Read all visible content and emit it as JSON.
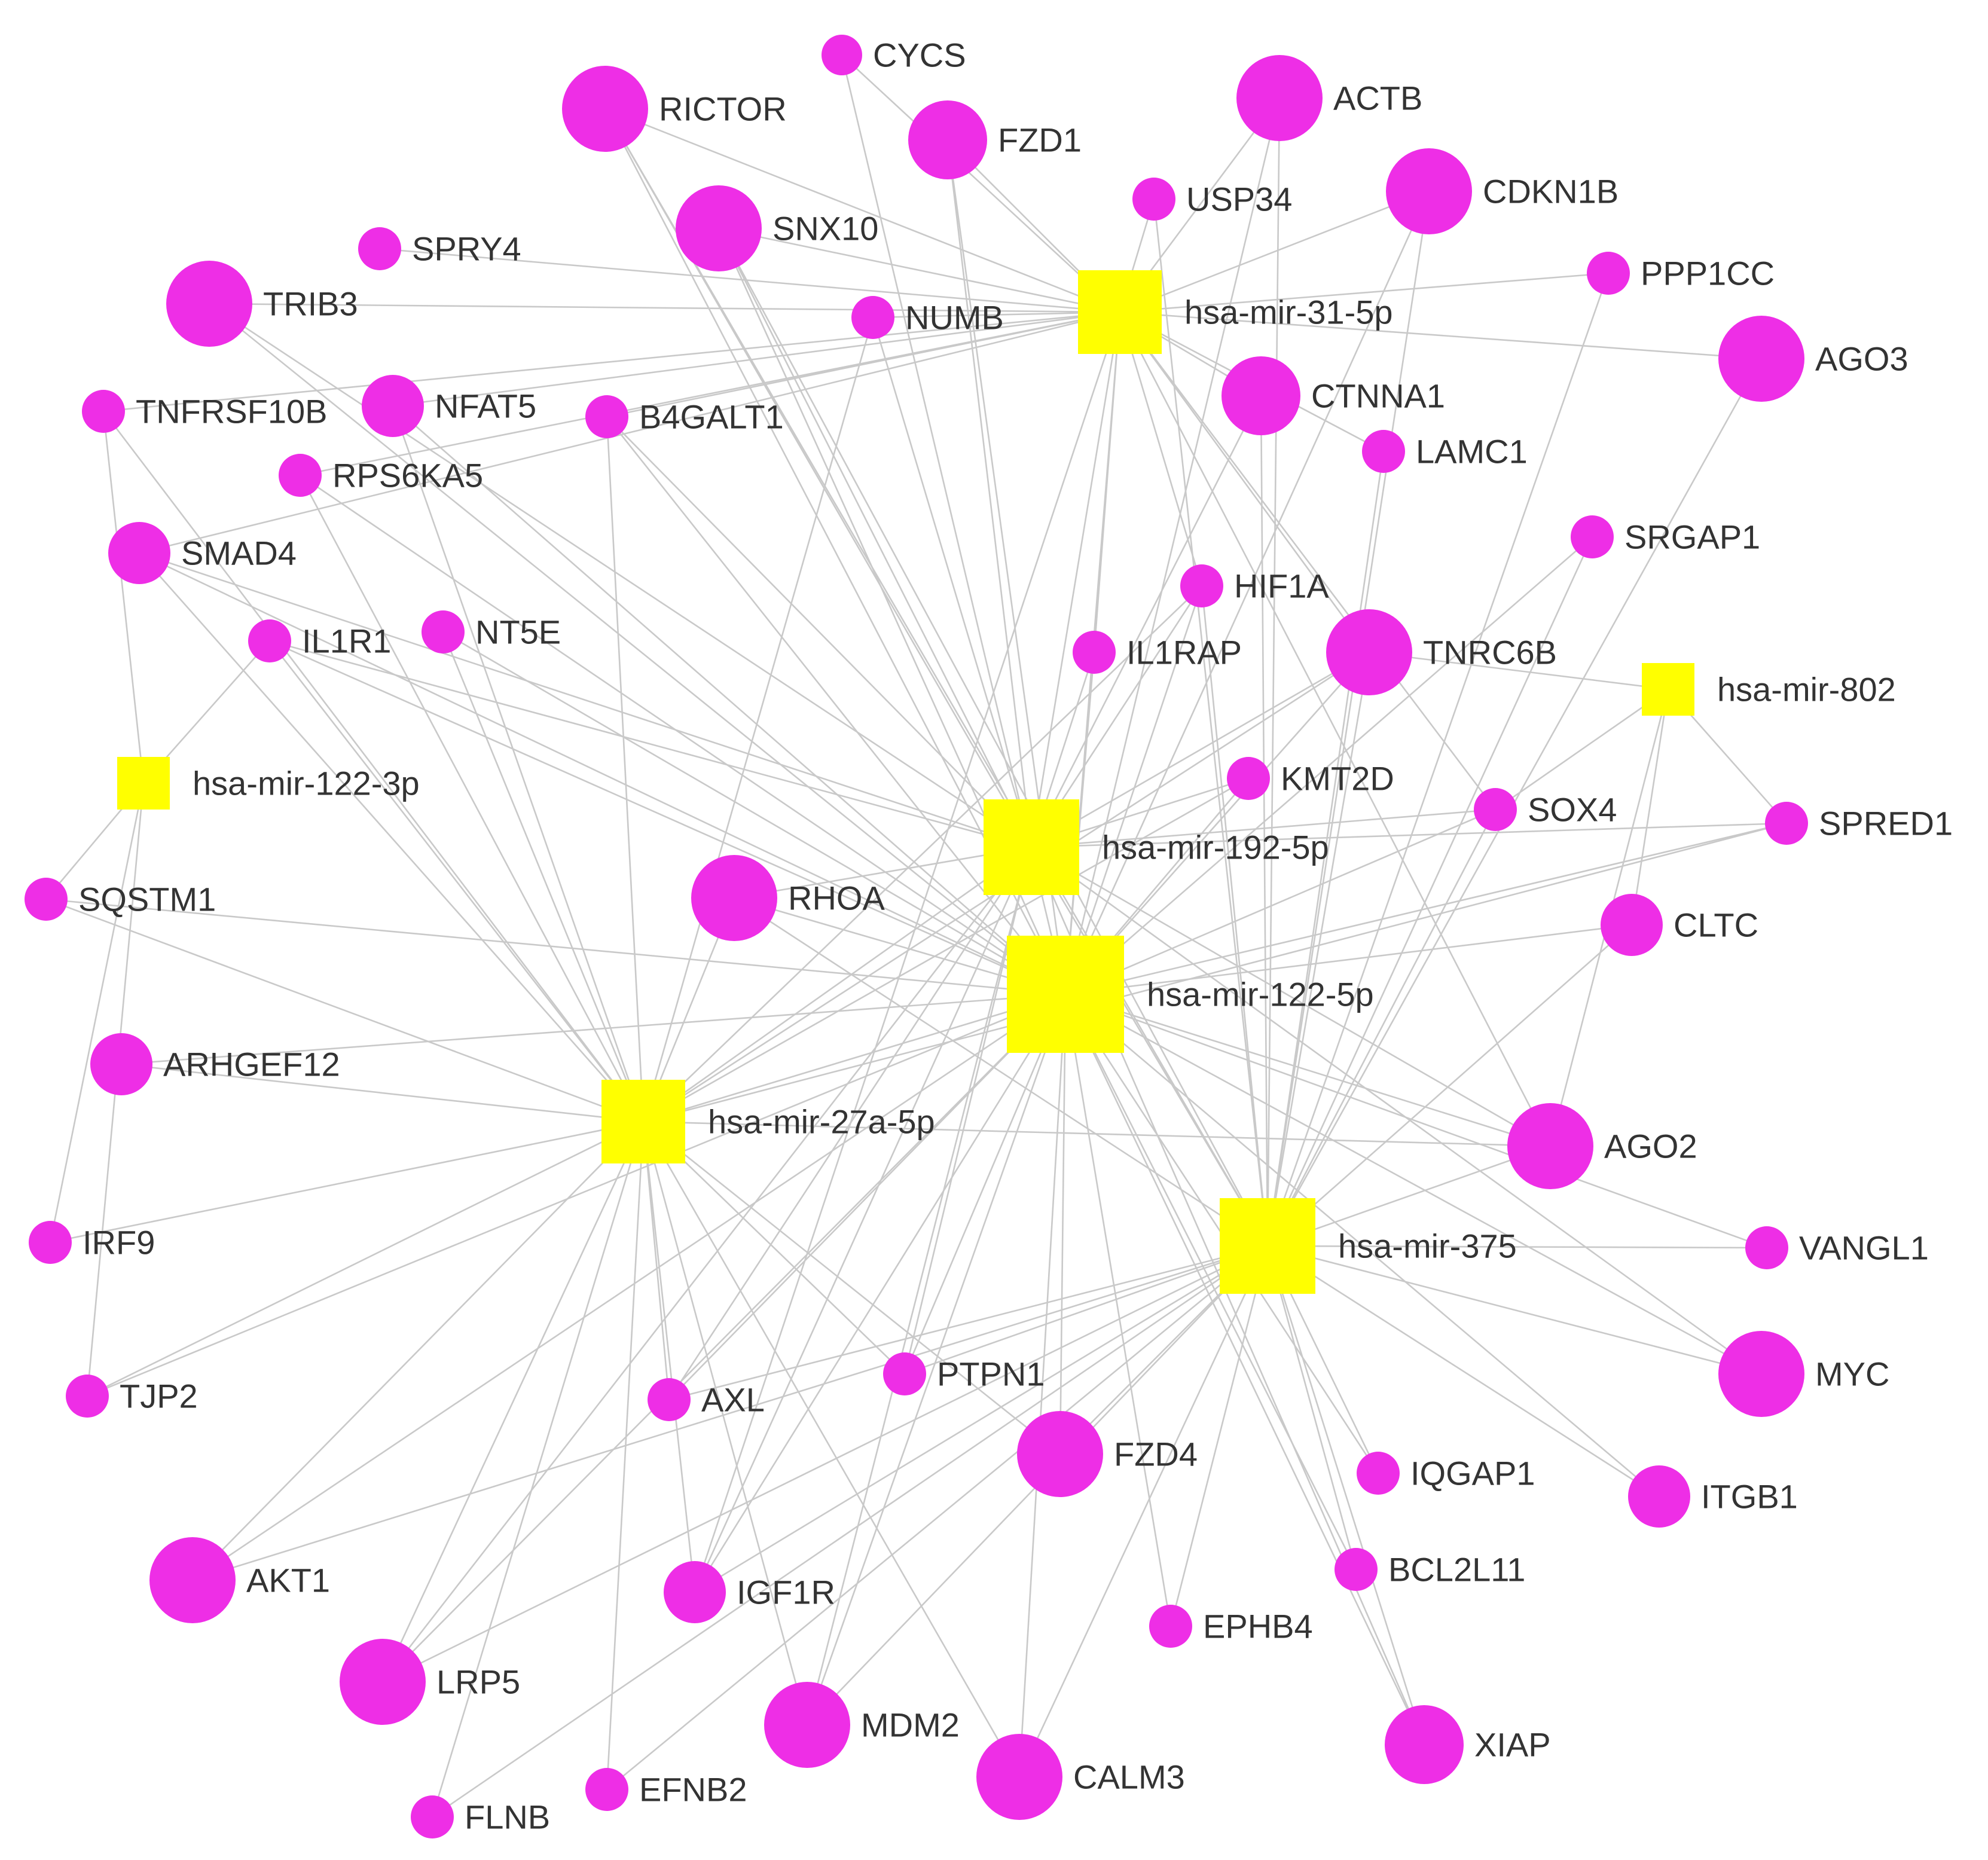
{
  "colors": {
    "gene": "#ee2ee6",
    "mirna": "#ffff00",
    "edge": "#c9c9c9",
    "label": "#333333"
  },
  "nodes": [
    {
      "id": "CYCS",
      "type": "gene"
    },
    {
      "id": "RICTOR",
      "type": "gene"
    },
    {
      "id": "FZD1",
      "type": "gene"
    },
    {
      "id": "ACTB",
      "type": "gene"
    },
    {
      "id": "CDKN1B",
      "type": "gene"
    },
    {
      "id": "USP34",
      "type": "gene"
    },
    {
      "id": "SNX10",
      "type": "gene"
    },
    {
      "id": "SPRY4",
      "type": "gene"
    },
    {
      "id": "TRIB3",
      "type": "gene"
    },
    {
      "id": "NUMB",
      "type": "gene"
    },
    {
      "id": "hsa-mir-31-5p",
      "type": "mirna"
    },
    {
      "id": "PPP1CC",
      "type": "gene"
    },
    {
      "id": "AGO3",
      "type": "gene"
    },
    {
      "id": "TNFRSF10B",
      "type": "gene"
    },
    {
      "id": "NFAT5",
      "type": "gene"
    },
    {
      "id": "B4GALT1",
      "type": "gene"
    },
    {
      "id": "CTNNA1",
      "type": "gene"
    },
    {
      "id": "LAMC1",
      "type": "gene"
    },
    {
      "id": "RPS6KA5",
      "type": "gene"
    },
    {
      "id": "SMAD4",
      "type": "gene"
    },
    {
      "id": "SRGAP1",
      "type": "gene"
    },
    {
      "id": "HIF1A",
      "type": "gene"
    },
    {
      "id": "IL1R1",
      "type": "gene"
    },
    {
      "id": "NT5E",
      "type": "gene"
    },
    {
      "id": "IL1RAP",
      "type": "gene"
    },
    {
      "id": "TNRC6B",
      "type": "gene"
    },
    {
      "id": "hsa-mir-802",
      "type": "mirna"
    },
    {
      "id": "hsa-mir-122-3p",
      "type": "mirna"
    },
    {
      "id": "KMT2D",
      "type": "gene"
    },
    {
      "id": "SOX4",
      "type": "gene"
    },
    {
      "id": "SPRED1",
      "type": "gene"
    },
    {
      "id": "hsa-mir-192-5p",
      "type": "mirna"
    },
    {
      "id": "SQSTM1",
      "type": "gene"
    },
    {
      "id": "RHOA",
      "type": "gene"
    },
    {
      "id": "CLTC",
      "type": "gene"
    },
    {
      "id": "hsa-mir-122-5p",
      "type": "mirna"
    },
    {
      "id": "ARHGEF12",
      "type": "gene"
    },
    {
      "id": "hsa-mir-27a-5p",
      "type": "mirna"
    },
    {
      "id": "AGO2",
      "type": "gene"
    },
    {
      "id": "IRF9",
      "type": "gene"
    },
    {
      "id": "hsa-mir-375",
      "type": "mirna"
    },
    {
      "id": "VANGL1",
      "type": "gene"
    },
    {
      "id": "MYC",
      "type": "gene"
    },
    {
      "id": "TJP2",
      "type": "gene"
    },
    {
      "id": "AXL",
      "type": "gene"
    },
    {
      "id": "PTPN1",
      "type": "gene"
    },
    {
      "id": "FZD4",
      "type": "gene"
    },
    {
      "id": "IQGAP1",
      "type": "gene"
    },
    {
      "id": "ITGB1",
      "type": "gene"
    },
    {
      "id": "AKT1",
      "type": "gene"
    },
    {
      "id": "IGF1R",
      "type": "gene"
    },
    {
      "id": "BCL2L11",
      "type": "gene"
    },
    {
      "id": "EPHB4",
      "type": "gene"
    },
    {
      "id": "LRP5",
      "type": "gene"
    },
    {
      "id": "MDM2",
      "type": "gene"
    },
    {
      "id": "XIAP",
      "type": "gene"
    },
    {
      "id": "CALM3",
      "type": "gene"
    },
    {
      "id": "EFNB2",
      "type": "gene"
    },
    {
      "id": "FLNB",
      "type": "gene"
    }
  ],
  "edges": [
    [
      "hsa-mir-31-5p",
      "CYCS"
    ],
    [
      "hsa-mir-31-5p",
      "RICTOR"
    ],
    [
      "hsa-mir-31-5p",
      "FZD1"
    ],
    [
      "hsa-mir-31-5p",
      "ACTB"
    ],
    [
      "hsa-mir-31-5p",
      "CDKN1B"
    ],
    [
      "hsa-mir-31-5p",
      "USP34"
    ],
    [
      "hsa-mir-31-5p",
      "SNX10"
    ],
    [
      "hsa-mir-31-5p",
      "SPRY4"
    ],
    [
      "hsa-mir-31-5p",
      "TRIB3"
    ],
    [
      "hsa-mir-31-5p",
      "NUMB"
    ],
    [
      "hsa-mir-31-5p",
      "PPP1CC"
    ],
    [
      "hsa-mir-31-5p",
      "AGO3"
    ],
    [
      "hsa-mir-31-5p",
      "TNFRSF10B"
    ],
    [
      "hsa-mir-31-5p",
      "NFAT5"
    ],
    [
      "hsa-mir-31-5p",
      "B4GALT1"
    ],
    [
      "hsa-mir-31-5p",
      "CTNNA1"
    ],
    [
      "hsa-mir-31-5p",
      "LAMC1"
    ],
    [
      "hsa-mir-31-5p",
      "RPS6KA5"
    ],
    [
      "hsa-mir-31-5p",
      "SMAD4"
    ],
    [
      "hsa-mir-31-5p",
      "HIF1A"
    ],
    [
      "hsa-mir-31-5p",
      "IL1RAP"
    ],
    [
      "hsa-mir-31-5p",
      "TNRC6B"
    ],
    [
      "hsa-mir-31-5p",
      "SOX4"
    ],
    [
      "hsa-mir-31-5p",
      "hsa-mir-192-5p"
    ],
    [
      "hsa-mir-31-5p",
      "hsa-mir-122-5p"
    ],
    [
      "hsa-mir-31-5p",
      "AGO2"
    ],
    [
      "hsa-mir-31-5p",
      "IGF1R"
    ],
    [
      "hsa-mir-122-5p",
      "CYCS"
    ],
    [
      "hsa-mir-122-5p",
      "RICTOR"
    ],
    [
      "hsa-mir-122-5p",
      "FZD1"
    ],
    [
      "hsa-mir-122-5p",
      "ACTB"
    ],
    [
      "hsa-mir-122-5p",
      "CDKN1B"
    ],
    [
      "hsa-mir-122-5p",
      "SNX10"
    ],
    [
      "hsa-mir-122-5p",
      "TRIB3"
    ],
    [
      "hsa-mir-122-5p",
      "NFAT5"
    ],
    [
      "hsa-mir-122-5p",
      "B4GALT1"
    ],
    [
      "hsa-mir-122-5p",
      "RPS6KA5"
    ],
    [
      "hsa-mir-122-5p",
      "SMAD4"
    ],
    [
      "hsa-mir-122-5p",
      "IL1R1"
    ],
    [
      "hsa-mir-122-5p",
      "NT5E"
    ],
    [
      "hsa-mir-122-5p",
      "IL1RAP"
    ],
    [
      "hsa-mir-122-5p",
      "HIF1A"
    ],
    [
      "hsa-mir-122-5p",
      "KMT2D"
    ],
    [
      "hsa-mir-122-5p",
      "SOX4"
    ],
    [
      "hsa-mir-122-5p",
      "SPRED1"
    ],
    [
      "hsa-mir-122-5p",
      "TNRC6B"
    ],
    [
      "hsa-mir-122-5p",
      "SRGAP1"
    ],
    [
      "hsa-mir-122-5p",
      "SQSTM1"
    ],
    [
      "hsa-mir-122-5p",
      "RHOA"
    ],
    [
      "hsa-mir-122-5p",
      "CLTC"
    ],
    [
      "hsa-mir-122-5p",
      "ARHGEF12"
    ],
    [
      "hsa-mir-122-5p",
      "AGO2"
    ],
    [
      "hsa-mir-122-5p",
      "VANGL1"
    ],
    [
      "hsa-mir-122-5p",
      "MYC"
    ],
    [
      "hsa-mir-122-5p",
      "ITGB1"
    ],
    [
      "hsa-mir-122-5p",
      "IQGAP1"
    ],
    [
      "hsa-mir-122-5p",
      "BCL2L11"
    ],
    [
      "hsa-mir-122-5p",
      "XIAP"
    ],
    [
      "hsa-mir-122-5p",
      "EPHB4"
    ],
    [
      "hsa-mir-122-5p",
      "CALM3"
    ],
    [
      "hsa-mir-122-5p",
      "MDM2"
    ],
    [
      "hsa-mir-122-5p",
      "IGF1R"
    ],
    [
      "hsa-mir-122-5p",
      "LRP5"
    ],
    [
      "hsa-mir-122-5p",
      "AKT1"
    ],
    [
      "hsa-mir-122-5p",
      "TJP2"
    ],
    [
      "hsa-mir-122-5p",
      "AXL"
    ],
    [
      "hsa-mir-122-5p",
      "PTPN1"
    ],
    [
      "hsa-mir-122-5p",
      "FZD4"
    ],
    [
      "hsa-mir-122-5p",
      "hsa-mir-27a-5p"
    ],
    [
      "hsa-mir-192-5p",
      "FZD1"
    ],
    [
      "hsa-mir-192-5p",
      "RICTOR"
    ],
    [
      "hsa-mir-192-5p",
      "SNX10"
    ],
    [
      "hsa-mir-192-5p",
      "TRIB3"
    ],
    [
      "hsa-mir-192-5p",
      "NUMB"
    ],
    [
      "hsa-mir-192-5p",
      "B4GALT1"
    ],
    [
      "hsa-mir-192-5p",
      "CTNNA1"
    ],
    [
      "hsa-mir-192-5p",
      "SMAD4"
    ],
    [
      "hsa-mir-192-5p",
      "IL1R1"
    ],
    [
      "hsa-mir-192-5p",
      "IL1RAP"
    ],
    [
      "hsa-mir-192-5p",
      "HIF1A"
    ],
    [
      "hsa-mir-192-5p",
      "TNRC6B"
    ],
    [
      "hsa-mir-192-5p",
      "KMT2D"
    ],
    [
      "hsa-mir-192-5p",
      "SOX4"
    ],
    [
      "hsa-mir-192-5p",
      "SPRED1"
    ],
    [
      "hsa-mir-192-5p",
      "RHOA"
    ],
    [
      "hsa-mir-192-5p",
      "AGO2"
    ],
    [
      "hsa-mir-192-5p",
      "MYC"
    ],
    [
      "hsa-mir-192-5p",
      "hsa-mir-27a-5p"
    ],
    [
      "hsa-mir-192-5p",
      "hsa-mir-375"
    ],
    [
      "hsa-mir-192-5p",
      "AXL"
    ],
    [
      "hsa-mir-192-5p",
      "PTPN1"
    ],
    [
      "hsa-mir-192-5p",
      "IGF1R"
    ],
    [
      "hsa-mir-192-5p",
      "MDM2"
    ],
    [
      "hsa-mir-192-5p",
      "XIAP"
    ],
    [
      "hsa-mir-192-5p",
      "LRP5"
    ],
    [
      "hsa-mir-27a-5p",
      "TNFRSF10B"
    ],
    [
      "hsa-mir-27a-5p",
      "NFAT5"
    ],
    [
      "hsa-mir-27a-5p",
      "B4GALT1"
    ],
    [
      "hsa-mir-27a-5p",
      "RPS6KA5"
    ],
    [
      "hsa-mir-27a-5p",
      "IL1R1"
    ],
    [
      "hsa-mir-27a-5p",
      "NT5E"
    ],
    [
      "hsa-mir-27a-5p",
      "NUMB"
    ],
    [
      "hsa-mir-27a-5p",
      "SMAD4"
    ],
    [
      "hsa-mir-27a-5p",
      "SQSTM1"
    ],
    [
      "hsa-mir-27a-5p",
      "RHOA"
    ],
    [
      "hsa-mir-27a-5p",
      "ARHGEF12"
    ],
    [
      "hsa-mir-27a-5p",
      "IRF9"
    ],
    [
      "hsa-mir-27a-5p",
      "TJP2"
    ],
    [
      "hsa-mir-27a-5p",
      "AKT1"
    ],
    [
      "hsa-mir-27a-5p",
      "LRP5"
    ],
    [
      "hsa-mir-27a-5p",
      "FLNB"
    ],
    [
      "hsa-mir-27a-5p",
      "EFNB2"
    ],
    [
      "hsa-mir-27a-5p",
      "IGF1R"
    ],
    [
      "hsa-mir-27a-5p",
      "AXL"
    ],
    [
      "hsa-mir-27a-5p",
      "MDM2"
    ],
    [
      "hsa-mir-27a-5p",
      "PTPN1"
    ],
    [
      "hsa-mir-27a-5p",
      "CALM3"
    ],
    [
      "hsa-mir-27a-5p",
      "AGO2"
    ],
    [
      "hsa-mir-27a-5p",
      "SPRED1"
    ],
    [
      "hsa-mir-27a-5p",
      "KMT2D"
    ],
    [
      "hsa-mir-27a-5p",
      "HIF1A"
    ],
    [
      "hsa-mir-27a-5p",
      "TNRC6B"
    ],
    [
      "hsa-mir-27a-5p",
      "FZD4"
    ],
    [
      "hsa-mir-375",
      "USP34"
    ],
    [
      "hsa-mir-375",
      "ACTB"
    ],
    [
      "hsa-mir-375",
      "CDKN1B"
    ],
    [
      "hsa-mir-375",
      "LAMC1"
    ],
    [
      "hsa-mir-375",
      "SRGAP1"
    ],
    [
      "hsa-mir-375",
      "CLTC"
    ],
    [
      "hsa-mir-375",
      "AGO2"
    ],
    [
      "hsa-mir-375",
      "VANGL1"
    ],
    [
      "hsa-mir-375",
      "MYC"
    ],
    [
      "hsa-mir-375",
      "ITGB1"
    ],
    [
      "hsa-mir-375",
      "IQGAP1"
    ],
    [
      "hsa-mir-375",
      "BCL2L11"
    ],
    [
      "hsa-mir-375",
      "XIAP"
    ],
    [
      "hsa-mir-375",
      "EPHB4"
    ],
    [
      "hsa-mir-375",
      "FZD4"
    ],
    [
      "hsa-mir-375",
      "CALM3"
    ],
    [
      "hsa-mir-375",
      "MDM2"
    ],
    [
      "hsa-mir-375",
      "IGF1R"
    ],
    [
      "hsa-mir-375",
      "LRP5"
    ],
    [
      "hsa-mir-375",
      "AKT1"
    ],
    [
      "hsa-mir-375",
      "EFNB2"
    ],
    [
      "hsa-mir-375",
      "PTPN1"
    ],
    [
      "hsa-mir-375",
      "AXL"
    ],
    [
      "hsa-mir-375",
      "FLNB"
    ],
    [
      "hsa-mir-375",
      "SOX4"
    ],
    [
      "hsa-mir-375",
      "CTNNA1"
    ],
    [
      "hsa-mir-375",
      "TNRC6B"
    ],
    [
      "hsa-mir-375",
      "PPP1CC"
    ],
    [
      "hsa-mir-375",
      "AGO3"
    ],
    [
      "hsa-mir-375",
      "HIF1A"
    ],
    [
      "hsa-mir-375",
      "RHOA"
    ],
    [
      "hsa-mir-375",
      "SNX10"
    ],
    [
      "hsa-mir-375",
      "RICTOR"
    ],
    [
      "hsa-mir-122-3p",
      "SQSTM1"
    ],
    [
      "hsa-mir-122-3p",
      "IRF9"
    ],
    [
      "hsa-mir-122-3p",
      "TJP2"
    ],
    [
      "hsa-mir-122-3p",
      "IL1R1"
    ],
    [
      "hsa-mir-122-3p",
      "TNFRSF10B"
    ],
    [
      "hsa-mir-802",
      "SPRED1"
    ],
    [
      "hsa-mir-802",
      "CLTC"
    ],
    [
      "hsa-mir-802",
      "AGO2"
    ],
    [
      "hsa-mir-802",
      "TNRC6B"
    ],
    [
      "hsa-mir-802",
      "SOX4"
    ]
  ]
}
